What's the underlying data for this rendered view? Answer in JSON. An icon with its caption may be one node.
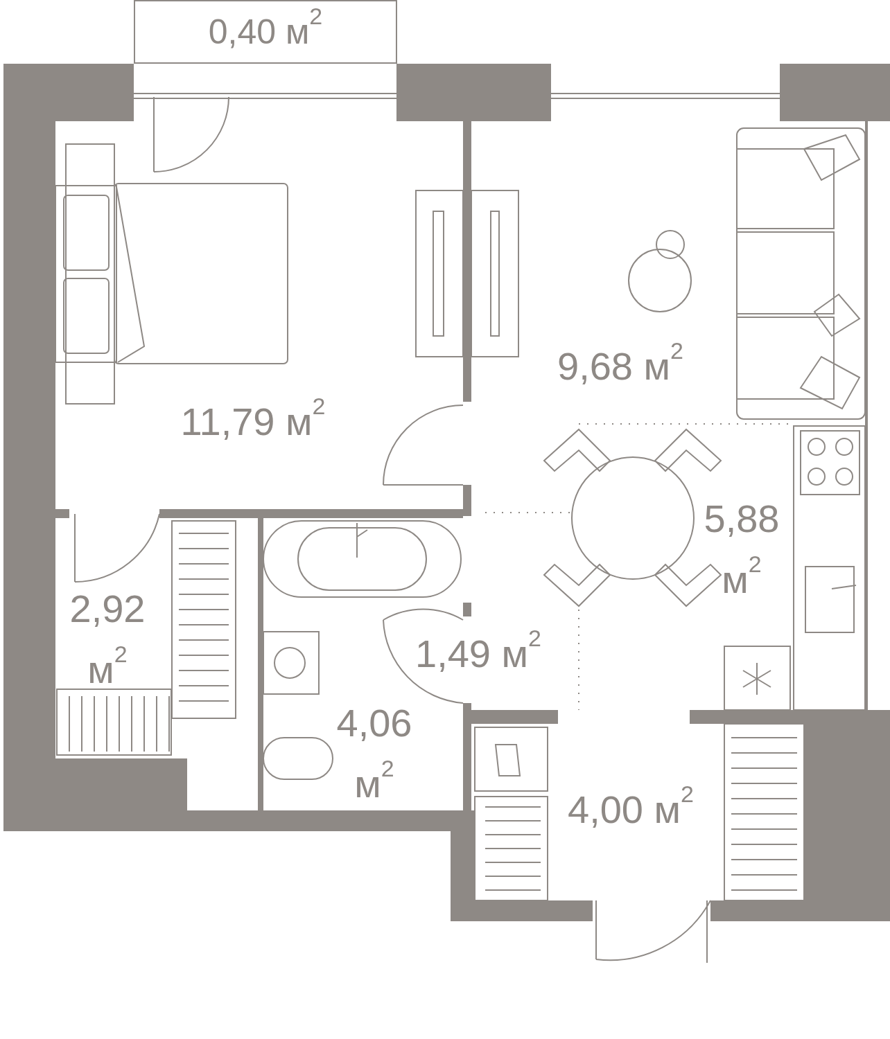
{
  "diagram": {
    "nodes": [
      {
        "text": [
          "0,40 м$^{2}$"
        ]
      },
      {
        "text": [
          "9,68 м$^{2}$"
        ]
      },
      {
        "text": [
          "11,79 м$^{2}$"
        ]
      },
      {
        "text": [
          "5,88 м$^{2}$"
        ]
      },
      {
        "text": [
          "2,92 м$^{2}$"
        ]
      },
      {
        "text": [
          "1,49 м$^{2}$"
        ]
      },
      {
        "text": [
          "4,06 м$^{2}$"
        ]
      },
      {
        "text": [
          "4,00 м$^{2}$"
        ]
      }
    ]
  }
}
